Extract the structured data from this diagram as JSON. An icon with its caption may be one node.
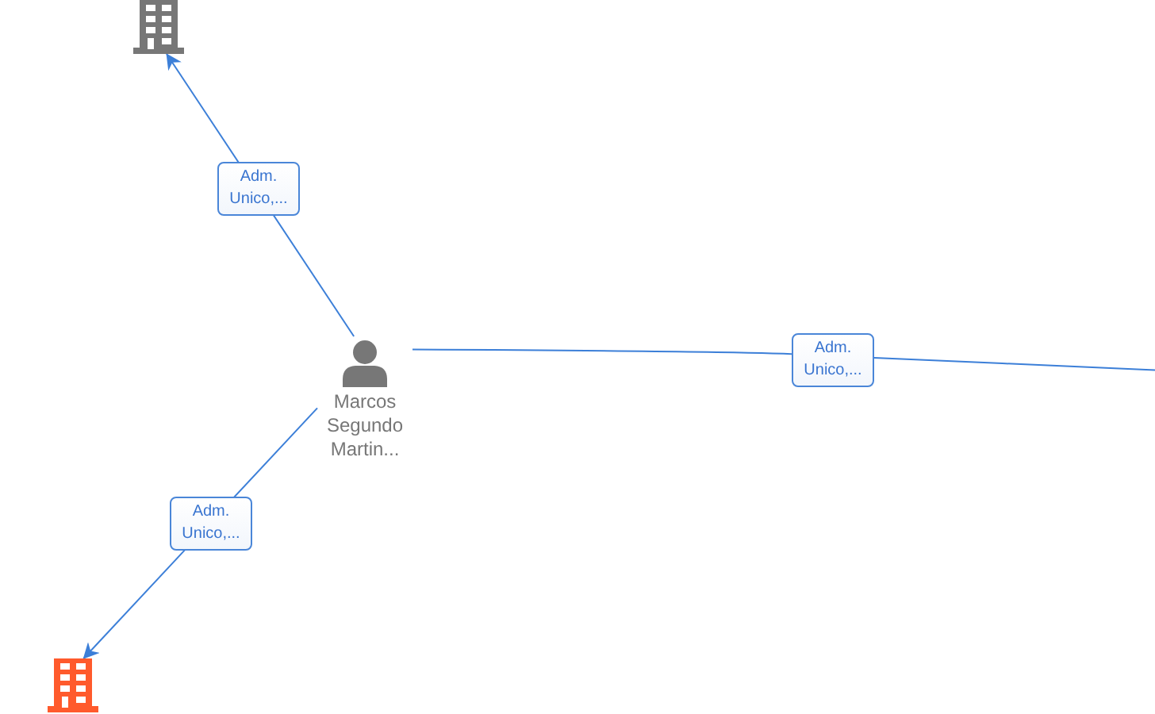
{
  "diagram": {
    "nodes": [
      {
        "text": [],
        "shape": "building"
      },
      {
        "text": [
          "Marcos Segundo Martin..."
        ]
      },
      {
        "text": [],
        "shape": "building"
      }
    ],
    "edges": [
      {
        "from": 1,
        "to": 0,
        "arrow": "to",
        "label": "Adm. Unico,..."
      },
      {
        "from": 1,
        "to": null,
        "arrow": "none",
        "label": "Adm. Unico,..."
      },
      {
        "from": 1,
        "to": 2,
        "arrow": "to",
        "label": "Adm. Unico,..."
      }
    ]
  }
}
